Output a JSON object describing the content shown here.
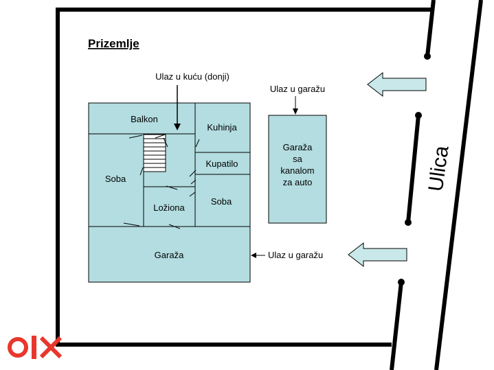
{
  "title": "Prizemlje",
  "entrance_house_label": "Ulaz u kuću (donji)",
  "entrance_garage_top_label": "Ulaz u garažu",
  "entrance_garage_bottom_label": "Ulaz u garažu",
  "street_label": "Ulica",
  "rooms": {
    "balkon": "Balkon",
    "kuhinja": "Kuhinja",
    "kupatilo": "Kupatilo",
    "soba_left": "Soba",
    "soba_right": "Soba",
    "lozionica": "Ložiona",
    "garaza_main": "Garaža",
    "garaza_separate_lines": [
      "Garaža",
      "sa",
      "kanalom",
      "za auto"
    ]
  },
  "colors": {
    "room_fill": "#b3dde0",
    "arrow_fill": "#c9e8ea",
    "wall": "#000000",
    "olx_red": "#e8372d"
  },
  "logo_text": "olx"
}
